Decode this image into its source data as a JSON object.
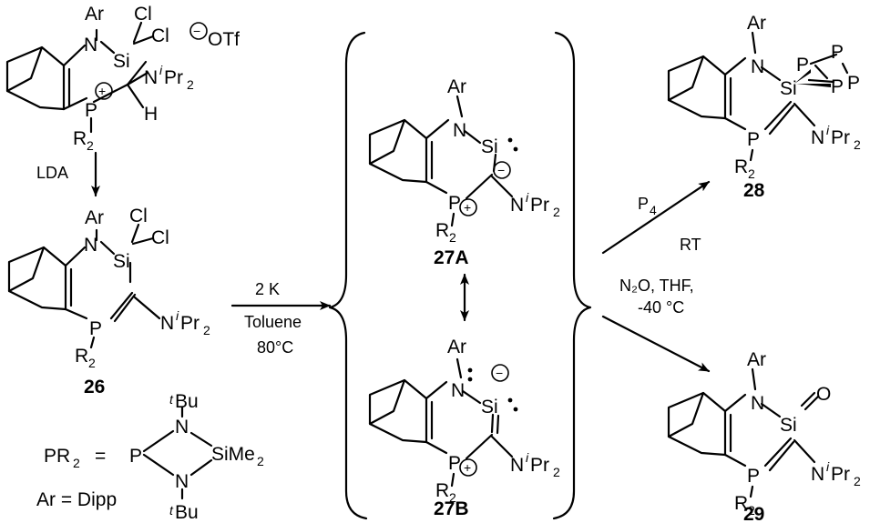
{
  "atoms": {
    "Ar": "Ar",
    "N": "N",
    "Si": "Si",
    "Cl": "Cl",
    "P": "P",
    "H": "H",
    "R": "R",
    "two": "2",
    "O": "O",
    "iPr": "Pr",
    "i": "i",
    "t": "t",
    "Bu": "Bu",
    "SiMe": "SiMe",
    "OTf": "OTf",
    "minus": "−",
    "plus": "+"
  },
  "labels": {
    "compound_26": "26",
    "compound_27A": "27A",
    "compound_27B": "27B",
    "compound_28": "28",
    "compound_29": "29",
    "pr2_def_prefix": "PR",
    "pr2_def_eq": "=",
    "ar_def": "Ar = Dipp"
  },
  "conditions": {
    "step1": "LDA",
    "step2_reagent": "2 K",
    "step2_solvent": "Toluene",
    "step2_temp": "80°C",
    "step3_reagent": "P",
    "step3_sub": "4",
    "step3_temp": "RT",
    "step4_line1": "N₂O, THF,",
    "step4_line2": "-40 °C"
  }
}
